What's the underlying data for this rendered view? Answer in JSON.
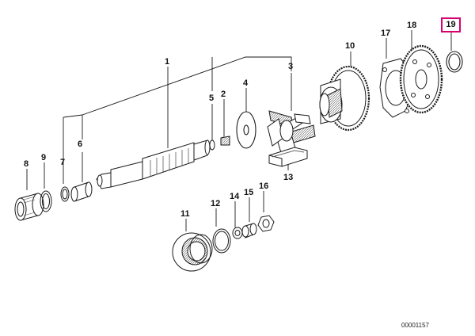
{
  "colors": {
    "ink": "#1a1a1a",
    "highlight": "#d6006f",
    "shade": "#8a8a8a"
  },
  "parts": [
    {
      "id": "label-1",
      "text": "1"
    },
    {
      "id": "label-2",
      "text": "2"
    },
    {
      "id": "label-3",
      "text": "3"
    },
    {
      "id": "label-4",
      "text": "4"
    },
    {
      "id": "label-5",
      "text": "5"
    },
    {
      "id": "label-6",
      "text": "6"
    },
    {
      "id": "label-7",
      "text": "7"
    },
    {
      "id": "label-8",
      "text": "8"
    },
    {
      "id": "label-9",
      "text": "9"
    },
    {
      "id": "label-10",
      "text": "10"
    },
    {
      "id": "label-11",
      "text": "11"
    },
    {
      "id": "label-12",
      "text": "12"
    },
    {
      "id": "label-13",
      "text": "13"
    },
    {
      "id": "label-14",
      "text": "14"
    },
    {
      "id": "label-15",
      "text": "15"
    },
    {
      "id": "label-16",
      "text": "16"
    },
    {
      "id": "label-17",
      "text": "17"
    },
    {
      "id": "label-18",
      "text": "18"
    },
    {
      "id": "label-19",
      "text": "19",
      "highlighted": true
    }
  ],
  "document_number": "00001157"
}
